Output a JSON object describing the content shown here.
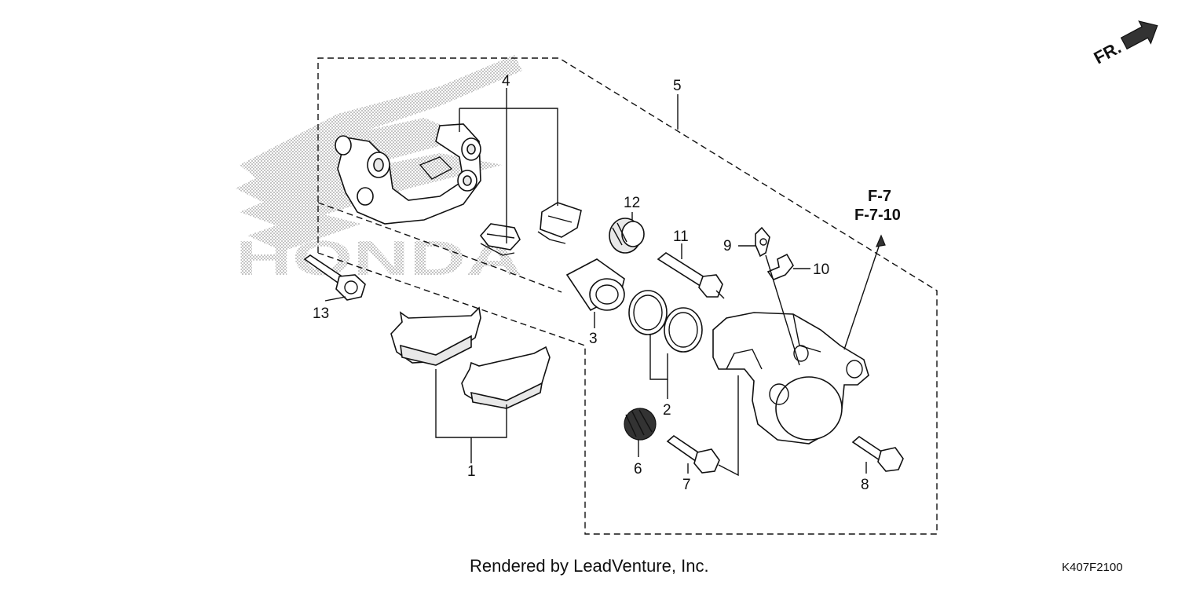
{
  "footer": {
    "credit": "Rendered by LeadVenture, Inc.",
    "code": "K407F2100"
  },
  "direction": {
    "label": "FR.",
    "icon": "arrow-icon"
  },
  "references": {
    "line1": "F-7",
    "line2": "F-7-10"
  },
  "watermark": {
    "brand": "HONDA"
  },
  "callouts": {
    "c1": "1",
    "c2": "2",
    "c3": "3",
    "c4": "4",
    "c5": "5",
    "c6": "6",
    "c7": "7",
    "c8": "8",
    "c9": "9",
    "c10": "10",
    "c11": "11",
    "c12": "12",
    "c13": "13"
  }
}
